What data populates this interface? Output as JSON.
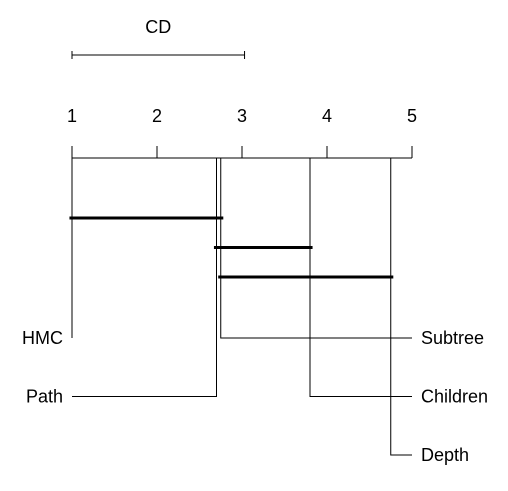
{
  "chart_data": {
    "type": "critical-difference",
    "cd_label": "CD",
    "cd_value": 2.03,
    "axis": {
      "min": 1,
      "max": 5,
      "ticks": [
        "1",
        "2",
        "3",
        "4",
        "5"
      ]
    },
    "methods": [
      {
        "name": "HMC",
        "rank": 1.0,
        "side": "left"
      },
      {
        "name": "Path",
        "rank": 2.7,
        "side": "left"
      },
      {
        "name": "Subtree",
        "rank": 2.75,
        "side": "right"
      },
      {
        "name": "Children",
        "rank": 3.8,
        "side": "right"
      },
      {
        "name": "Depth",
        "rank": 4.75,
        "side": "right"
      }
    ],
    "groups": [
      {
        "from": 0.97,
        "to": 2.78
      },
      {
        "from": 2.67,
        "to": 3.83
      },
      {
        "from": 2.72,
        "to": 4.78
      }
    ]
  }
}
